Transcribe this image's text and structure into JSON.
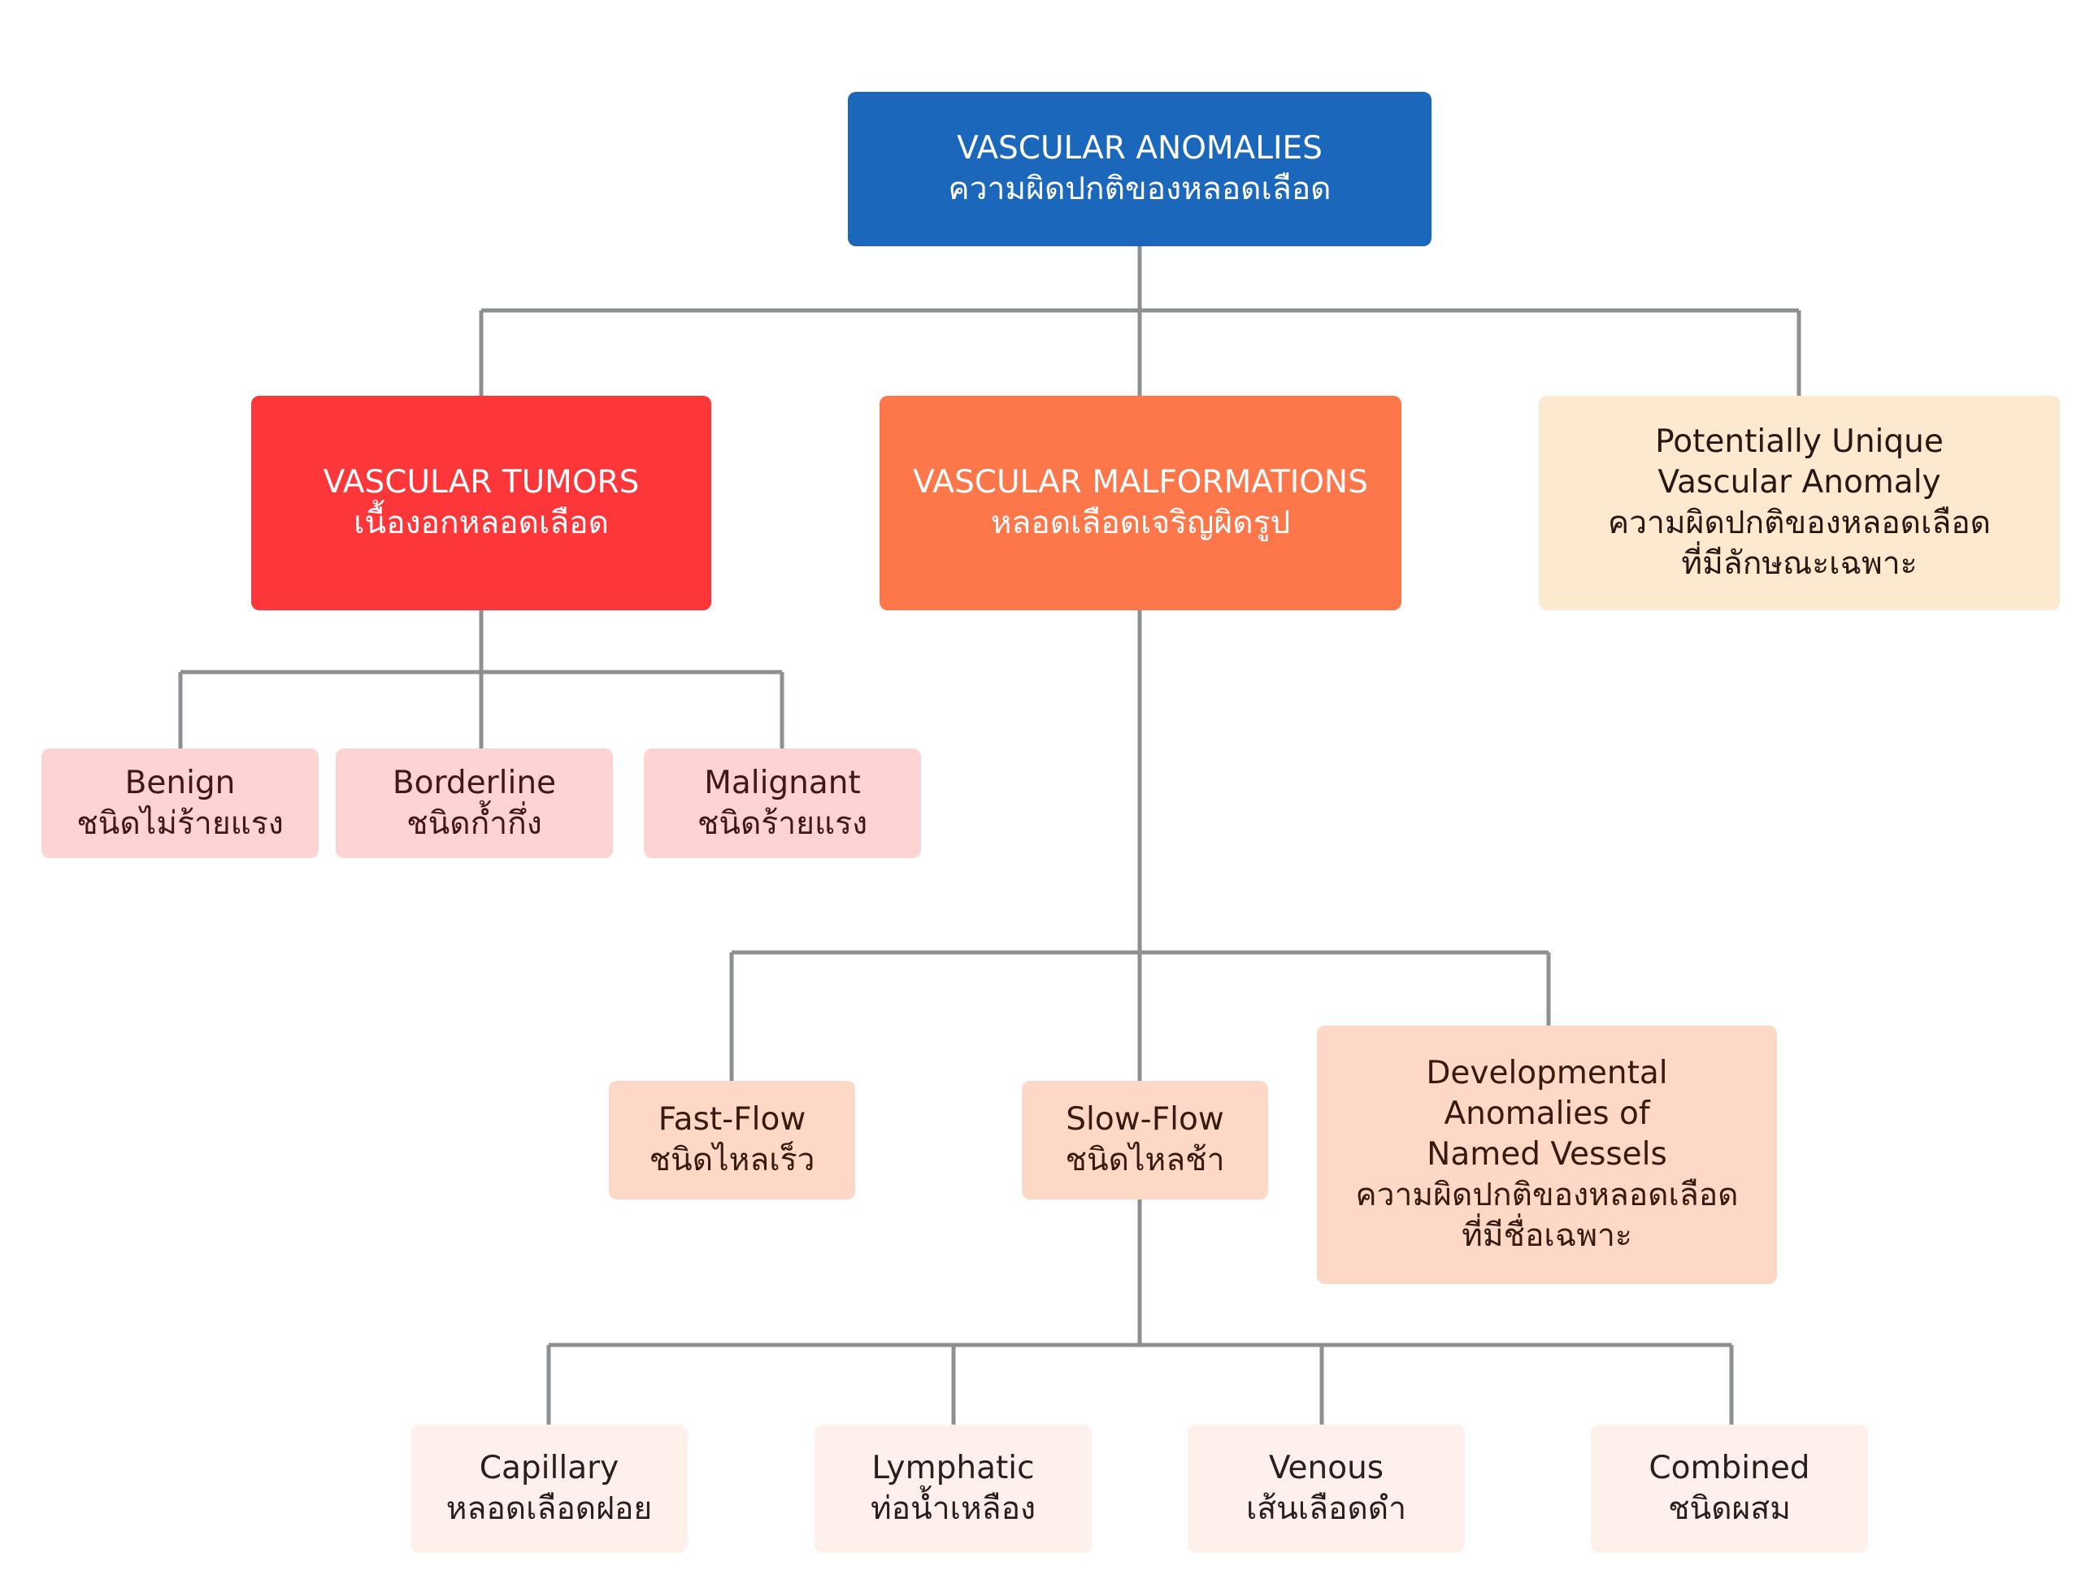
{
  "diagram": {
    "colors": {
      "connector": "#8e8f91",
      "root": "#1b67bb",
      "vascular_tumors": "#fd3639",
      "vascular_malformations": "#fe774b",
      "potentially_unique": "#fde8d0",
      "tumor_subtypes": "#fdd3d4",
      "malformation_subtypes": "#fdd8c7",
      "slow_flow_subtypes": "#fff0eb"
    },
    "root": {
      "line1": "VASCULAR ANOMALIES",
      "line2": "ความผิดปกติของหลอดเลือด"
    },
    "vascular_tumors": {
      "line1": "VASCULAR TUMORS",
      "line2": "เนื้องอกหลอดเลือด",
      "children": [
        {
          "line1": "Benign",
          "line2": "ชนิดไม่ร้ายแรง"
        },
        {
          "line1": "Borderline",
          "line2": "ชนิดก้ำกึ่ง"
        },
        {
          "line1": "Malignant",
          "line2": "ชนิดร้ายแรง"
        }
      ]
    },
    "vascular_malformations": {
      "line1": "VASCULAR MALFORMATIONS",
      "line2": "หลอดเลือดเจริญผิดรูป",
      "fast_flow": {
        "line1": "Fast-Flow",
        "line2": "ชนิดไหลเร็ว"
      },
      "slow_flow": {
        "line1": "Slow-Flow",
        "line2": "ชนิดไหลช้า",
        "children": [
          {
            "line1": "Capillary",
            "line2": "หลอดเลือดฝอย"
          },
          {
            "line1": "Lymphatic",
            "line2": "ท่อน้ำเหลือง"
          },
          {
            "line1": "Venous",
            "line2": "เส้นเลือดดำ"
          },
          {
            "line1": "Combined",
            "line2": "ชนิดผสม"
          }
        ]
      },
      "developmental": {
        "lines": [
          "Developmental",
          "Anomalies of",
          "Named Vessels",
          "ความผิดปกติของหลอดเลือด",
          "ที่มีชื่อเฉพาะ"
        ]
      }
    },
    "potentially_unique": {
      "lines": [
        "Potentially Unique",
        "Vascular Anomaly",
        "ความผิดปกติของหลอดเลือด",
        "ที่มีลักษณะเฉพาะ"
      ]
    }
  }
}
